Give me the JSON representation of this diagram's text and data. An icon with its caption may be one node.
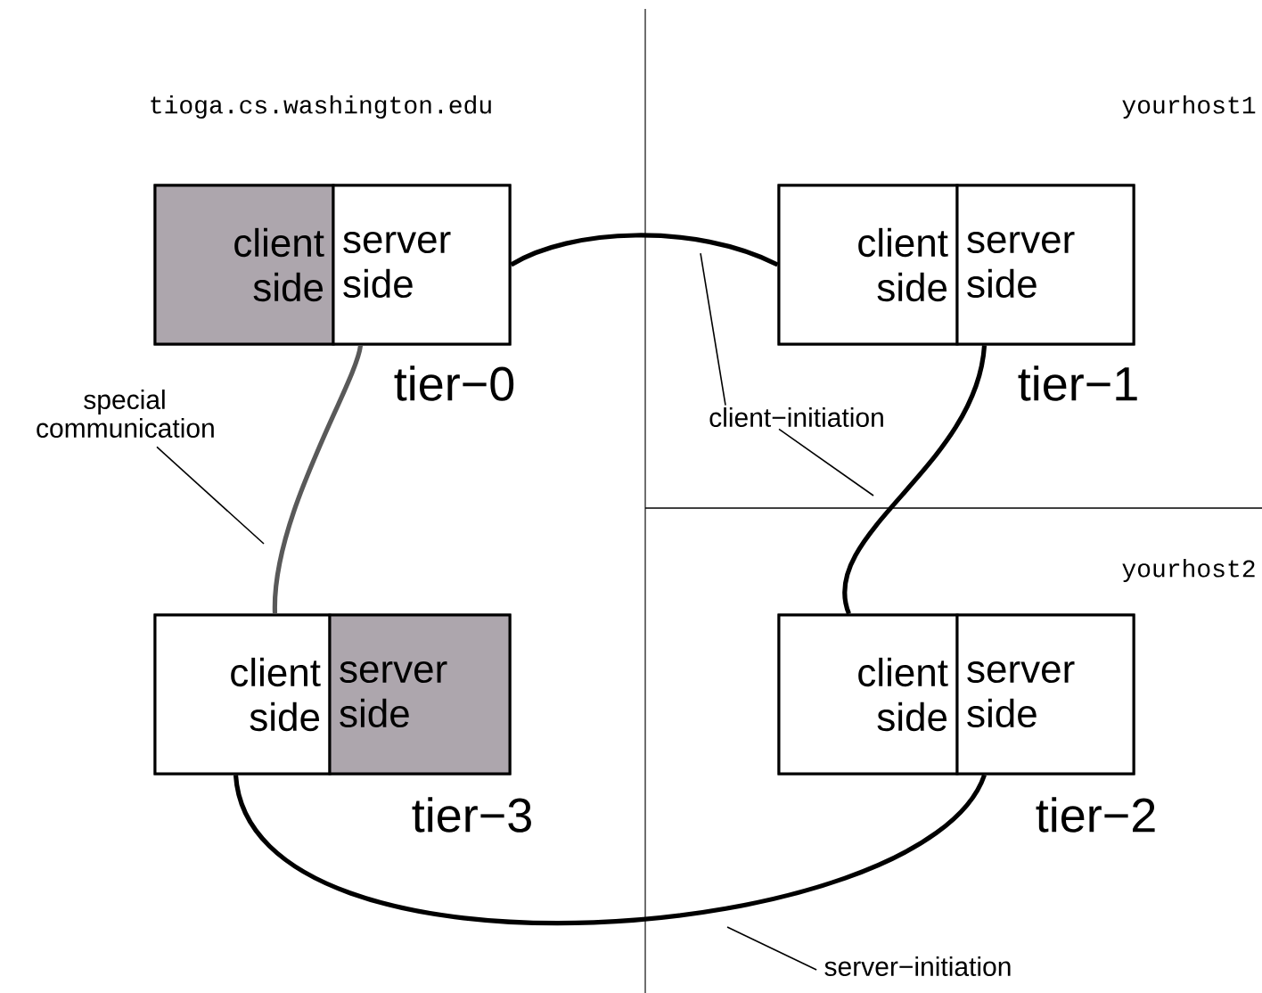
{
  "diagram": {
    "nodes": [
      {
        "text": [
          "tier−0"
        ]
      },
      {
        "text": [
          "client side"
        ],
        "in": 0
      },
      {
        "text": [
          "server side"
        ],
        "in": 0
      },
      {
        "text": [
          "tier−1"
        ]
      },
      {
        "text": [
          "client side"
        ],
        "in": 3
      },
      {
        "text": [
          "server side"
        ],
        "in": 3
      },
      {
        "text": [
          "tier−3"
        ]
      },
      {
        "text": [
          "client side"
        ],
        "in": 6
      },
      {
        "text": [
          "server side"
        ],
        "in": 6
      },
      {
        "text": [
          "tier−2"
        ]
      },
      {
        "text": [
          "client side"
        ],
        "in": 9
      },
      {
        "text": [
          "server side"
        ],
        "in": 9
      },
      {
        "text": [
          "special communication"
        ]
      },
      {
        "text": [
          "client−initiation"
        ]
      },
      {
        "text": [
          "server−initiation"
        ]
      }
    ],
    "edges": [
      {
        "from": 2,
        "to": 4,
        "arrow": "none",
        "style": "thick"
      },
      {
        "from": 5,
        "to": 10,
        "arrow": "none",
        "style": "thick"
      },
      {
        "from": 11,
        "to": 7,
        "arrow": "none",
        "style": "thick"
      },
      {
        "from": 7,
        "to": 2,
        "arrow": "none",
        "style": "thick",
        "color": "#595959"
      },
      {
        "from": 12,
        "to": null,
        "arrow": "none"
      },
      {
        "from": 13,
        "to": null,
        "arrow": "none"
      },
      {
        "from": 13,
        "to": null,
        "arrow": "none"
      },
      {
        "from": 14,
        "to": null,
        "arrow": "none"
      }
    ],
    "labels": [
      "tioga.cs.washington.edu",
      "yourhost1",
      "yourhost2"
    ]
  }
}
